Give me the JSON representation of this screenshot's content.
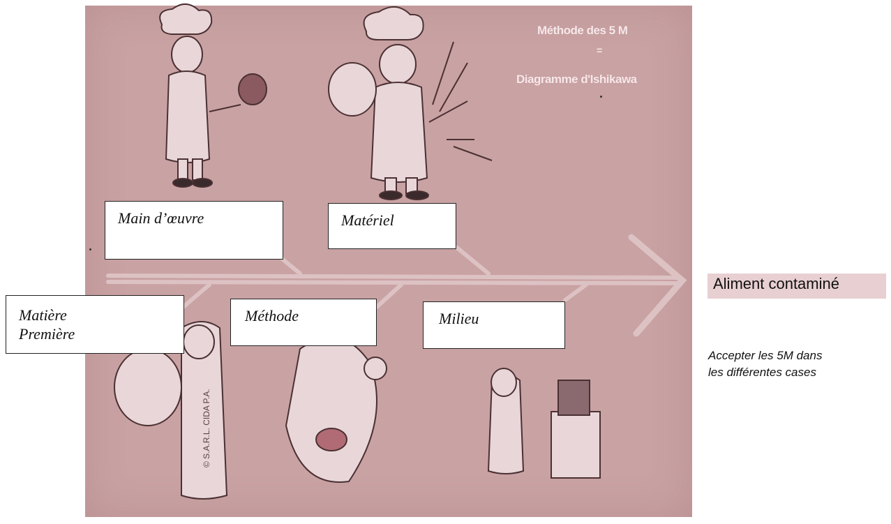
{
  "diagram": {
    "title": "Méthode des 5 M",
    "equals": "=",
    "subtitle": "Diagramme d'Ishikawa",
    "effect": "Aliment contaminé",
    "instruction_line1": "Accepter les 5M dans",
    "instruction_line2": "les différentes cases",
    "copyright": "© S.A.R.L. CIDA P.A.",
    "causes": {
      "main_oeuvre": "Main d’œuvre",
      "materiel": "Matériel",
      "matiere_line1": "Matière",
      "matiere_line2": "Première",
      "methode": "Méthode",
      "milieu": "Milieu"
    }
  },
  "colors": {
    "panel": "#c9a2a3",
    "arrow": "#ddc2c4",
    "effect_highlight": "#e8cfd2"
  }
}
